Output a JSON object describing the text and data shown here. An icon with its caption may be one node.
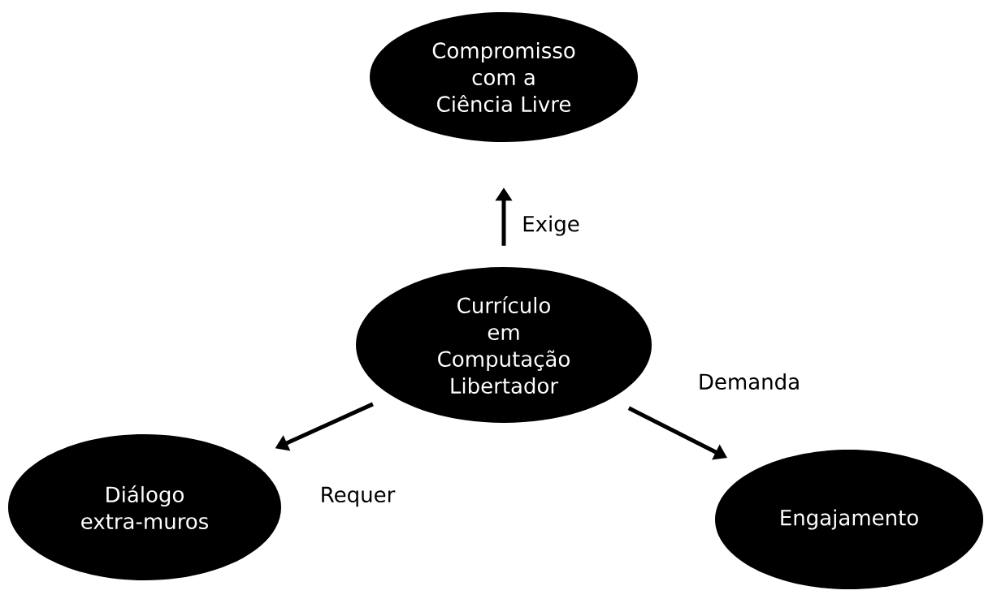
{
  "diagram": {
    "nodes": [
      {
        "text": [
          "Compromisso com a Ciência Livre"
        ]
      },
      {
        "text": [
          "Currículo em Computação Libertador"
        ]
      },
      {
        "text": [
          "Diálogo extra-muros"
        ]
      },
      {
        "text": [
          "Engajamento"
        ]
      }
    ],
    "edges": [
      {
        "from": 1,
        "to": 0,
        "arrow": "to",
        "label": "Exige"
      },
      {
        "from": 1,
        "to": 2,
        "arrow": "to",
        "label": "Requer"
      },
      {
        "from": 1,
        "to": 3,
        "arrow": "to",
        "label": "Demanda"
      }
    ]
  }
}
